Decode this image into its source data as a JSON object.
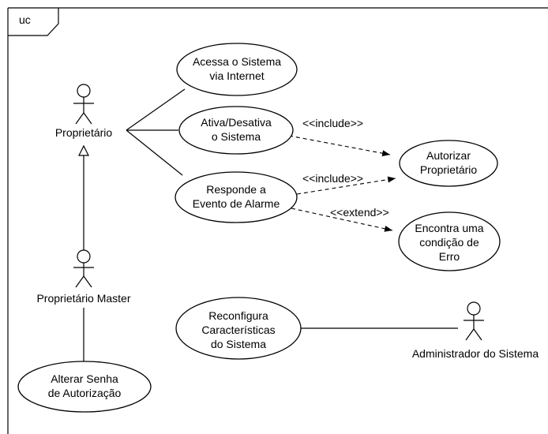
{
  "frame": {
    "label": "uc"
  },
  "actors": {
    "proprietario": "Proprietário",
    "proprietario_master": "Proprietário Master",
    "administrador": "Administrador do Sistema"
  },
  "use_cases": {
    "acessa": [
      "Acessa o Sistema",
      "via Internet"
    ],
    "ativa": [
      "Ativa/Desativa",
      "o Sistema"
    ],
    "responde": [
      "Responde a",
      "Evento de Alarme"
    ],
    "autorizar": [
      "Autorizar",
      "Proprietário"
    ],
    "encontra": [
      "Encontra uma",
      "condição de",
      "Erro"
    ],
    "reconfigura": [
      "Reconfigura",
      "Características",
      "do Sistema"
    ],
    "alterar": [
      "Alterar Senha",
      "de Autorização"
    ]
  },
  "relations": {
    "include_1": "<<include>>",
    "include_2": "<<include>>",
    "extend": "<<extend>>"
  }
}
